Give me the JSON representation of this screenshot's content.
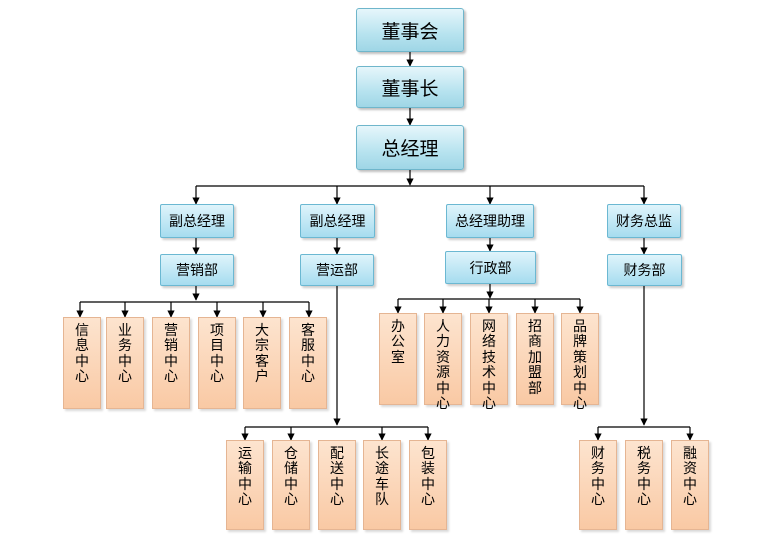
{
  "org": {
    "board": "董事会",
    "chairman": "董事长",
    "gm": "总经理",
    "vp1": "副总经理",
    "vp2": "副总经理",
    "assistant": "总经理助理",
    "cfo": "财务总监",
    "sales_dept": "营销部",
    "ops_dept": "营运部",
    "admin_dept": "行政部",
    "fin_dept": "财务部",
    "sales_centers": [
      "信息中心",
      "业务中心",
      "营销中心",
      "项目中心",
      "大宗客户",
      "客服中心"
    ],
    "admin_centers": [
      "办公室",
      "人力资源中心",
      "网络技术中心",
      "招商加盟部",
      "品牌策划中心"
    ],
    "ops_centers": [
      "运输中心",
      "仓储中心",
      "配送中心",
      "长途车队",
      "包装中心"
    ],
    "fin_centers": [
      "财务中心",
      "税务中心",
      "融资中心"
    ]
  },
  "colors": {
    "connector": "#000000",
    "top_node": "#b7e3ef",
    "mid_node": "#a6dcef",
    "leaf_node": "#f9c9a4"
  }
}
